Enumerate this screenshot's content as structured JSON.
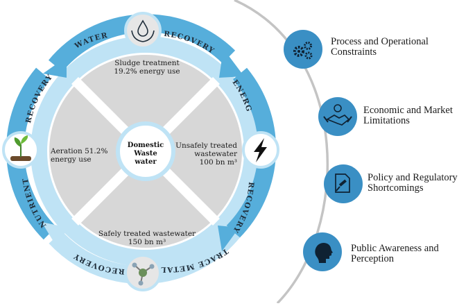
{
  "center": {
    "line1": "Domestic",
    "line2": "Waste",
    "line3": "water"
  },
  "quadrants": {
    "top": {
      "line1": "Sludge treatment",
      "line2": "19.2% energy use"
    },
    "left": {
      "line1": "Aeration 51.2%",
      "line2": "energy use"
    },
    "right": {
      "line1": "Unsafely treated",
      "line2": "wastewater",
      "line3": "100 bn m³"
    },
    "bottom": {
      "line1": "Safely treated wastewater",
      "line2": "150 bn m³"
    }
  },
  "ring_labels": {
    "water": "WATER",
    "water_recovery": "RECOVERY",
    "energy": "ENERGY",
    "energy_recovery": "RECOVERY",
    "trace_metal": "TRACE METAL",
    "trace_recovery": "RECOVERY",
    "nutrient": "NUTRIENT",
    "nutrient_recovery": "RECOVERY"
  },
  "ring_icons": {
    "top": "water-drop-hands-icon",
    "right": "lightning-bolt-icon",
    "bottom": "molecule-icon",
    "left": "seedling-icon"
  },
  "barriers": [
    {
      "label": "Process and Operational Constraints",
      "icon": "gears-icon"
    },
    {
      "label": "Economic and Market Limitations",
      "icon": "handshake-money-icon"
    },
    {
      "label": "Policy and Regulatory Shortcomings",
      "icon": "document-gavel-icon"
    },
    {
      "label": "Public Awareness and Perception",
      "icon": "head-profile-icon"
    }
  ],
  "colors": {
    "ring_dark": "#56aedb",
    "ring_light": "#bfe3f5",
    "quadrant_fill": "#d7d7d7",
    "barrier_circle": "#3a8fc4",
    "barrier_icon": "#0f2233",
    "arc_line": "#c4c4c4"
  }
}
